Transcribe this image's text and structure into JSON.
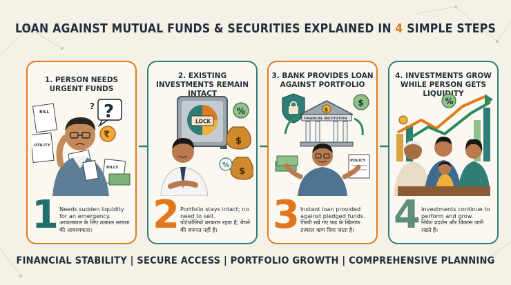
{
  "header": {
    "title_prefix": "LOAN AGAINST MUTUAL FUNDS & SECURITIES EXPLAINED IN ",
    "title_number": "4",
    "title_suffix": " SIMPLE STEPS"
  },
  "steps": [
    {
      "title": "1. PERSON NEEDS URGENT FUNDS",
      "number": "1",
      "desc_en": "Needs sudden liquidity for an emergency.",
      "desc_hi": "आपातकाल के लिए तत्काल तरलता की आवश्यकता।",
      "labels": {
        "utility": "UTILITY",
        "bill1": "BILL",
        "bill2": "bill",
        "bills": "BILLS",
        "question": "?",
        "rupee": "₹"
      }
    },
    {
      "title": "2. EXISTING INVESTMENTS REMAIN INTACT",
      "number": "2",
      "desc_en": "Portfolio stays intact; no need to sell.",
      "desc_hi": "पोर्टफोलियो बरकरार रहता है; बेचने की जरूरत नहीं है।",
      "labels": {
        "lock": "LOCK",
        "percent1": "%",
        "percent2": "%",
        "dollar1": "$",
        "dollar2": "$"
      }
    },
    {
      "title": "3. BANK PROVIDES LOAN AGAINST PORTFOLIO",
      "number": "3",
      "desc_en": "Instant loan provided against pledged funds.",
      "desc_hi": "गिरवी रखे गए फंड के खिलाफ तत्काल ऋण दिया जाता है।",
      "labels": {
        "bank": "FINANCIAL INSTITUTION",
        "policy": "POLICY",
        "dollar": "$"
      }
    },
    {
      "title": "4. INVESTMENTS GROW WHILE PERSON GETS LIQUIDITY",
      "number": "4",
      "desc_en": "Investments continue to perform and grow.",
      "desc_hi": "निवेश प्रदर्शन और विकास जारी रखते हैं।",
      "labels": {
        "percent": "%"
      }
    }
  ],
  "footer": {
    "text": "FINANCIAL STABILITY | SECURE ACCESS | PORTFOLIO GROWTH | COMPREHENSIVE PLANNING"
  },
  "colors": {
    "teal": "#2e7d76",
    "orange": "#e07a1f",
    "navy": "#1f2e3b",
    "cream": "#f6f1e6"
  }
}
